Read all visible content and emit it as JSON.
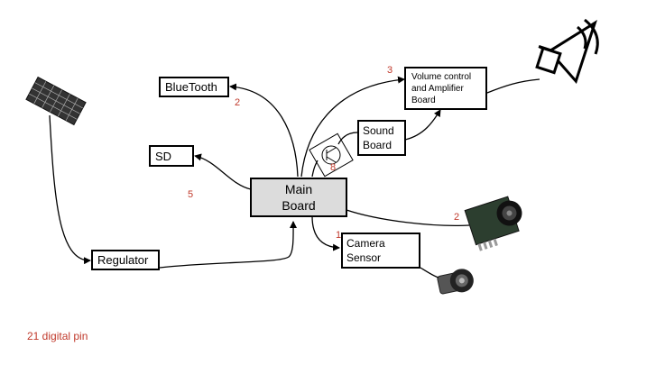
{
  "nodes": {
    "main_board": [
      "Main",
      "Board"
    ],
    "bluetooth": "BlueTooth",
    "sd": "SD",
    "regulator": "Regulator",
    "camera_sensor": [
      "Camera",
      "Sensor"
    ],
    "sound_board": [
      "Sound",
      "Board"
    ],
    "volume_board": [
      "Volume control",
      "and Amplifier",
      "Board"
    ]
  },
  "pin_counts": {
    "bluetooth": "2",
    "sd": "5",
    "volume": "3",
    "sound": "8",
    "camera_module": "2",
    "camera_sensor": "1"
  },
  "footer_note": "21 digital pin",
  "colors": {
    "pin_label": "#c0392b",
    "main_board_fill": "#dcdcdc",
    "line": "#000000"
  }
}
